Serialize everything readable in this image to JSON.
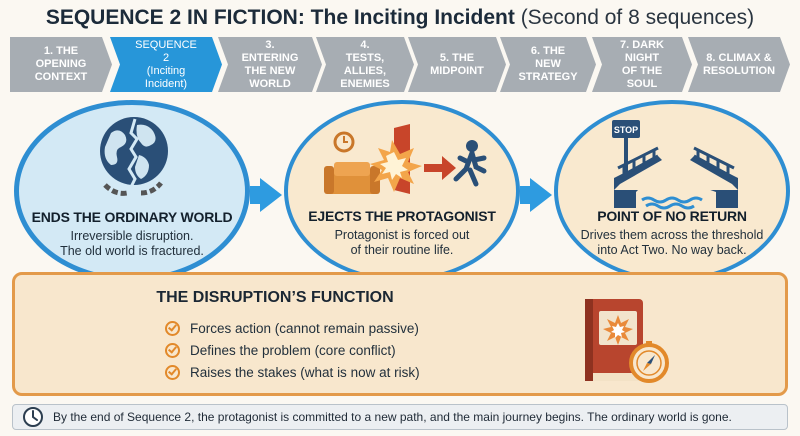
{
  "title": {
    "bold": "SEQUENCE 2 IN FICTION: The Inciting Incident",
    "light": "(Second of 8 sequences)"
  },
  "steps": [
    {
      "line1": "1. THE",
      "line2": "OPENING",
      "line3": "CONTEXT"
    },
    {
      "line1": "SEQUENCE 2",
      "line2": "(Inciting",
      "line3": "Incident)"
    },
    {
      "line1": "3. ENTERING",
      "line2": "THE NEW",
      "line3": "WORLD"
    },
    {
      "line1": "4. TESTS,",
      "line2": "ALLIES,",
      "line3": "ENEMIES"
    },
    {
      "line1": "5. THE",
      "line2": "MIDPOINT",
      "line3": ""
    },
    {
      "line1": "6. THE NEW",
      "line2": "STRATEGY",
      "line3": ""
    },
    {
      "line1": "7. DARK NIGHT",
      "line2": "OF THE SOUL",
      "line3": ""
    },
    {
      "line1": "8. CLIMAX &",
      "line2": "RESOLUTION",
      "line3": ""
    }
  ],
  "circles": [
    {
      "heading": "ENDS THE ORDINARY WORLD",
      "line1": "Irreversible disruption.",
      "line2": "The old world is fractured.",
      "icon": "broken-globe-icon"
    },
    {
      "heading": "EJECTS THE PROTAGONIST",
      "line1": "Protagonist is forced out",
      "line2": "of their routine life.",
      "icon": "ejection-icon"
    },
    {
      "heading": "POINT OF NO RETURN",
      "line1": "Drives them across the threshold",
      "line2": "into Act Two. No way back.",
      "icon": "broken-bridge-icon",
      "stop_sign": "STOP"
    }
  ],
  "function_box": {
    "title": "THE DISRUPTION’S FUNCTION",
    "items": [
      "Forces action (cannot remain passive)",
      "Defines the problem (core conflict)",
      "Raises the stakes (what is now at risk)"
    ],
    "icon": "book-compass-icon"
  },
  "footer": {
    "text": "By the end of Sequence 2, the protagonist is committed to a new path, and the main journey begins. The ordinary world is gone.",
    "icon": "clock-icon"
  },
  "colors": {
    "accent_blue": "#2796d9",
    "step_gray": "#a7adb3",
    "orange": "#e39a4a",
    "cream": "#f8e7cd"
  }
}
